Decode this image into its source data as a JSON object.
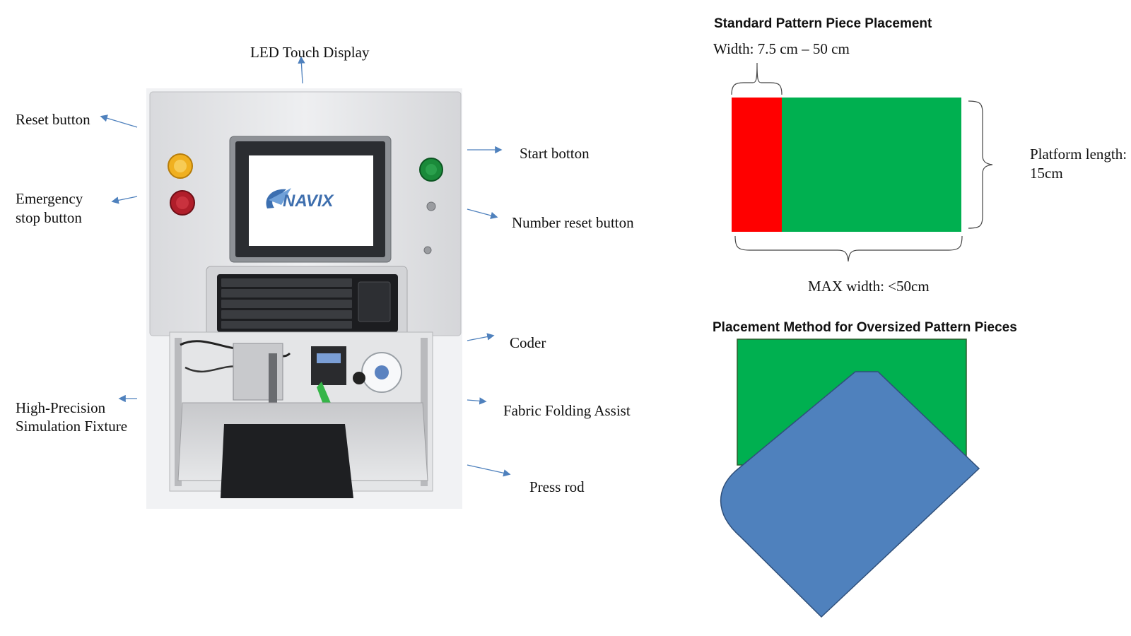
{
  "machine": {
    "labels": {
      "led_display": "LED Touch Display",
      "reset_button": "Reset button",
      "emergency_stop_line1": "Emergency",
      "emergency_stop_line2": "stop button",
      "start_button": "Start botton",
      "number_reset_button": "Number reset button",
      "coder": "Coder",
      "fixture_line1": "High-Precision",
      "fixture_line2": "Simulation Fixture",
      "fabric_folding": "Fabric Folding Assist",
      "press_rod": "Press rod"
    },
    "screen_logo": "NAVIX",
    "button_colors": {
      "reset": "#f0b020",
      "emergency": "#b01e2a",
      "start": "#1a8a3a"
    }
  },
  "standard_placement": {
    "title": "Standard Pattern Piece Placement",
    "width_label": "Width: 7.5 cm – 50 cm",
    "platform_line1": "Platform length:",
    "platform_line2": "15cm",
    "max_width_label": "MAX width: <50cm",
    "colors": {
      "piece": "#ff0000",
      "platform": "#00b050"
    }
  },
  "oversized_placement": {
    "title": "Placement Method for Oversized Pattern Pieces",
    "colors": {
      "platform": "#00b050",
      "piece": "#4f81bd"
    }
  },
  "arrow_color": "#4f81bd"
}
